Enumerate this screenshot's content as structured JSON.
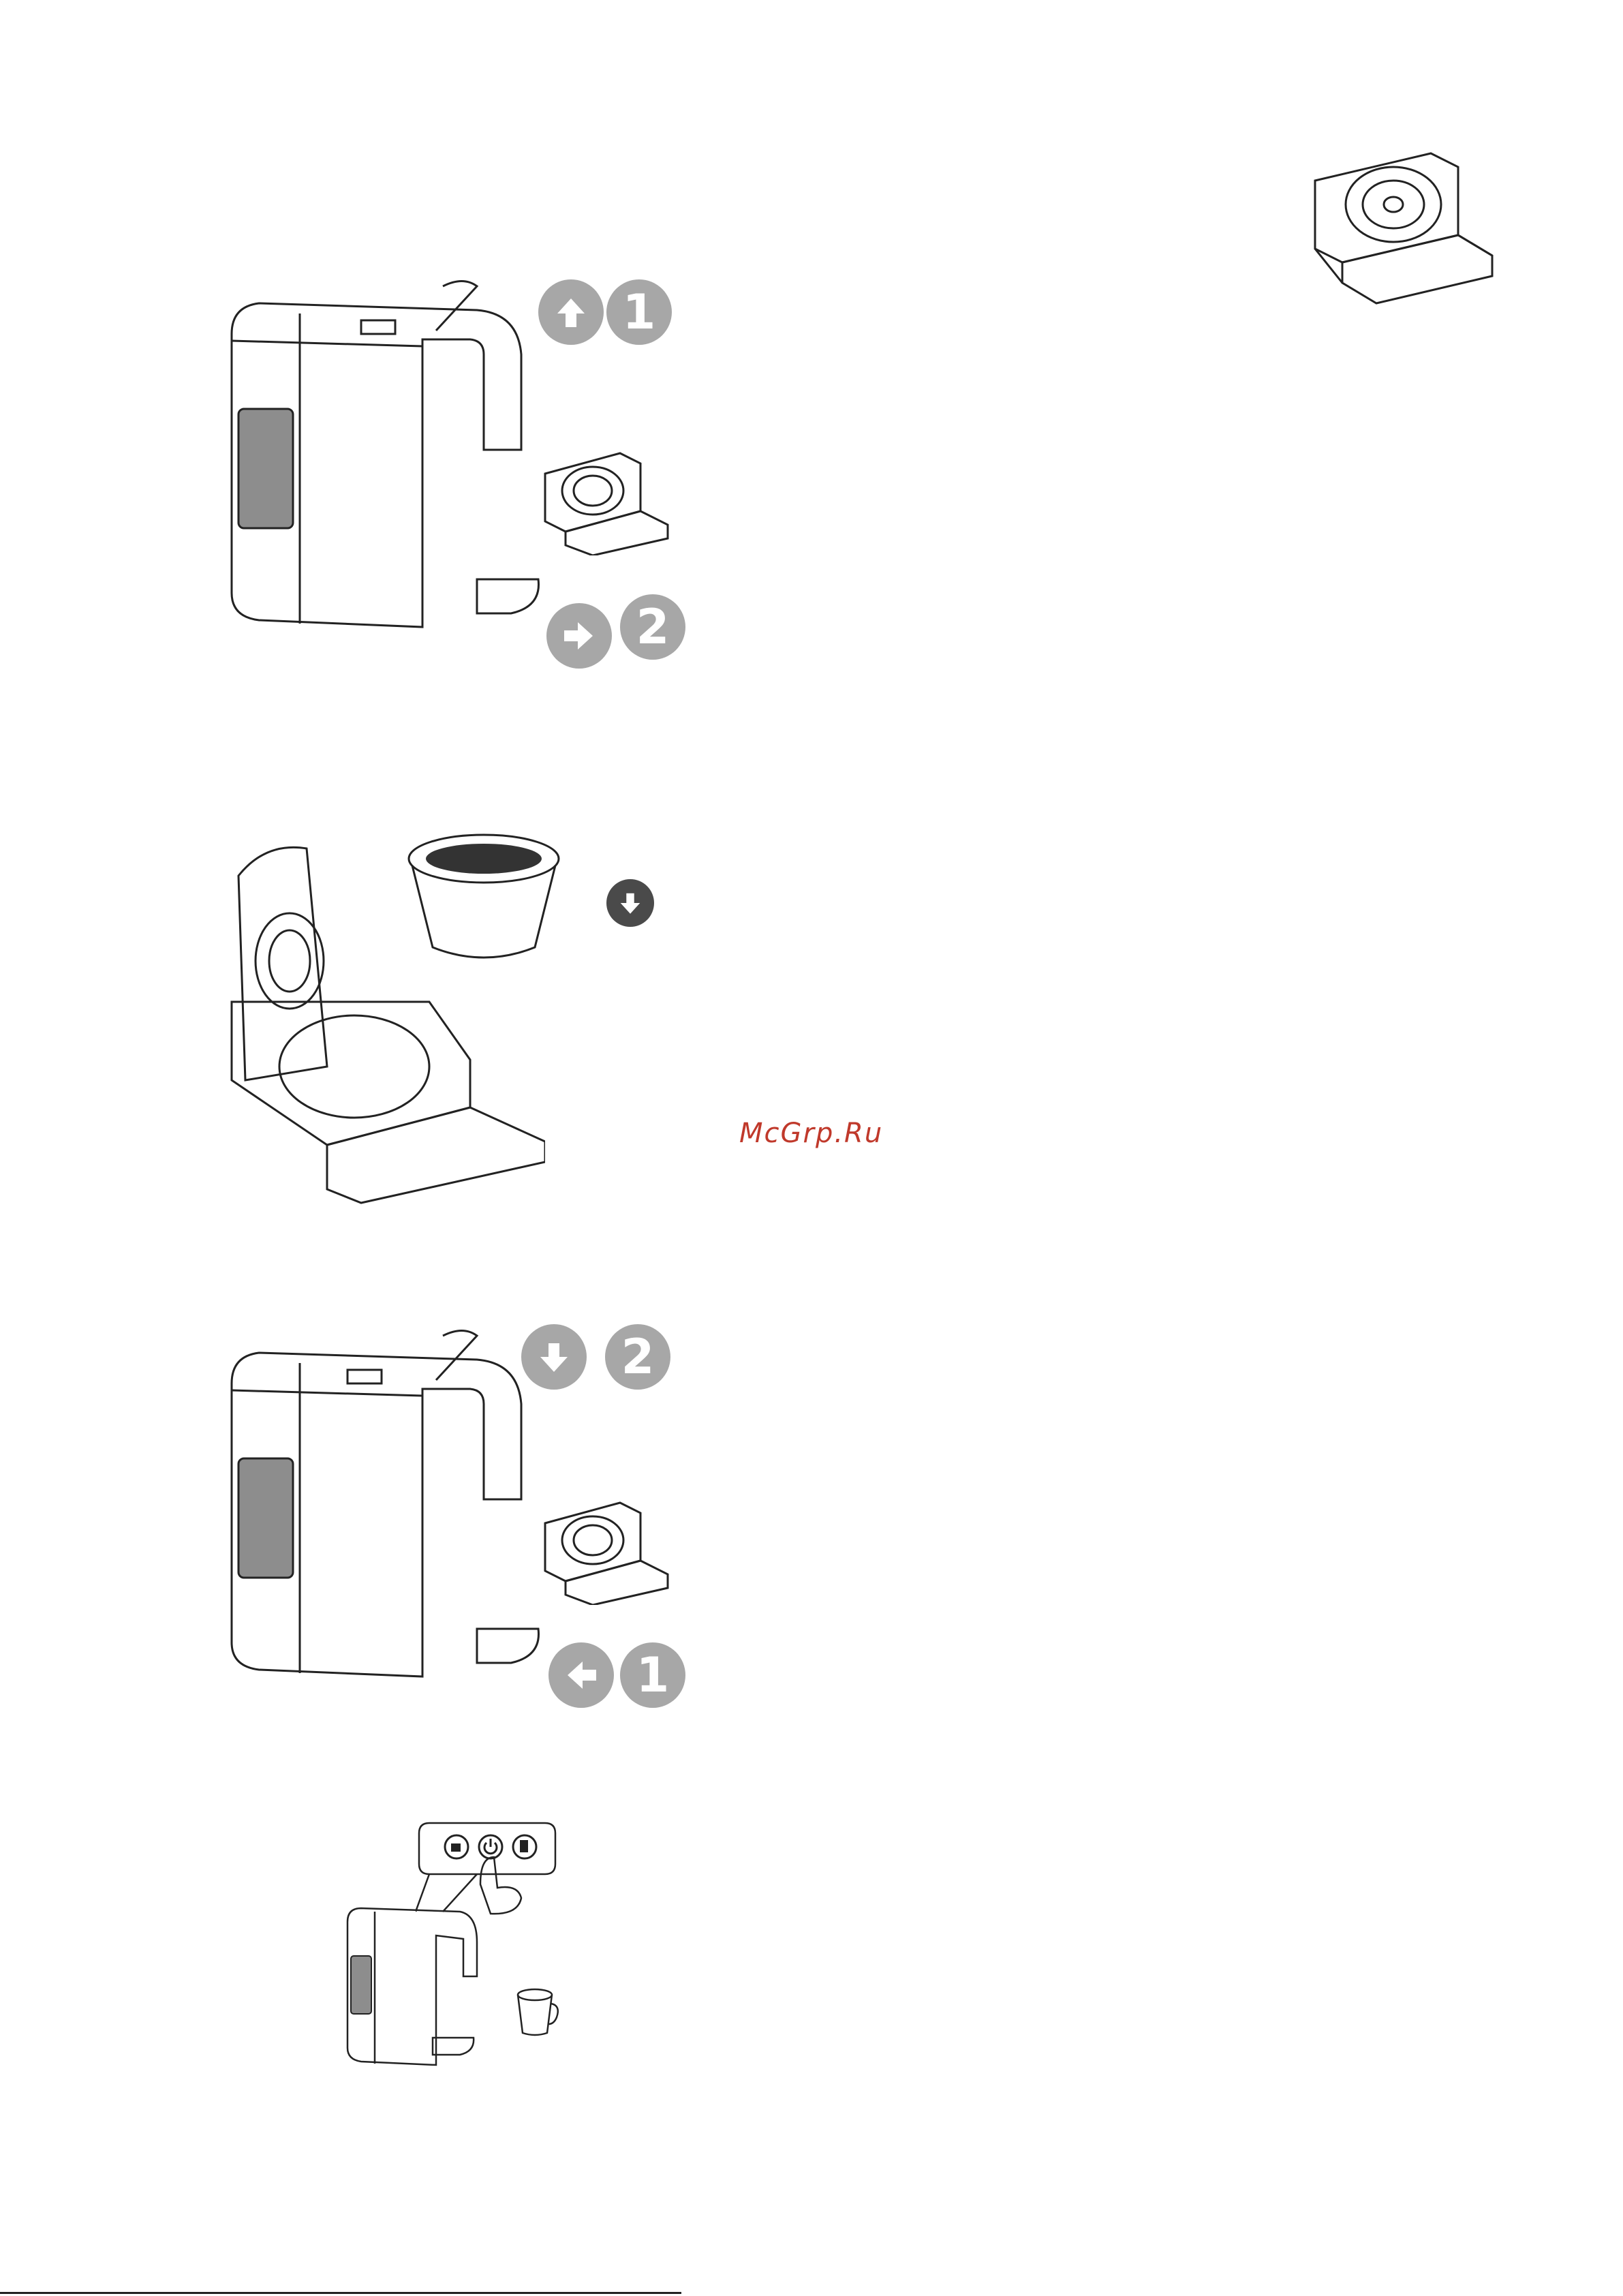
{
  "step1": {
    "arrow_number": "1",
    "push_number": "2"
  },
  "step3": {
    "arrow_number": "2",
    "push_number": "1"
  },
  "watermark": {
    "text": "McGrp.Ru",
    "color": "#c0392b"
  },
  "colors": {
    "badge_light": "#a7a7a7",
    "badge_dark": "#4a4a4a",
    "line": "#222222",
    "tank": "#8d8d8d"
  },
  "icons": [
    "arrow-up-icon",
    "arrow-right-icon",
    "arrow-down-icon",
    "arrow-left-icon",
    "power-icon",
    "espresso-icon",
    "lungo-icon"
  ]
}
